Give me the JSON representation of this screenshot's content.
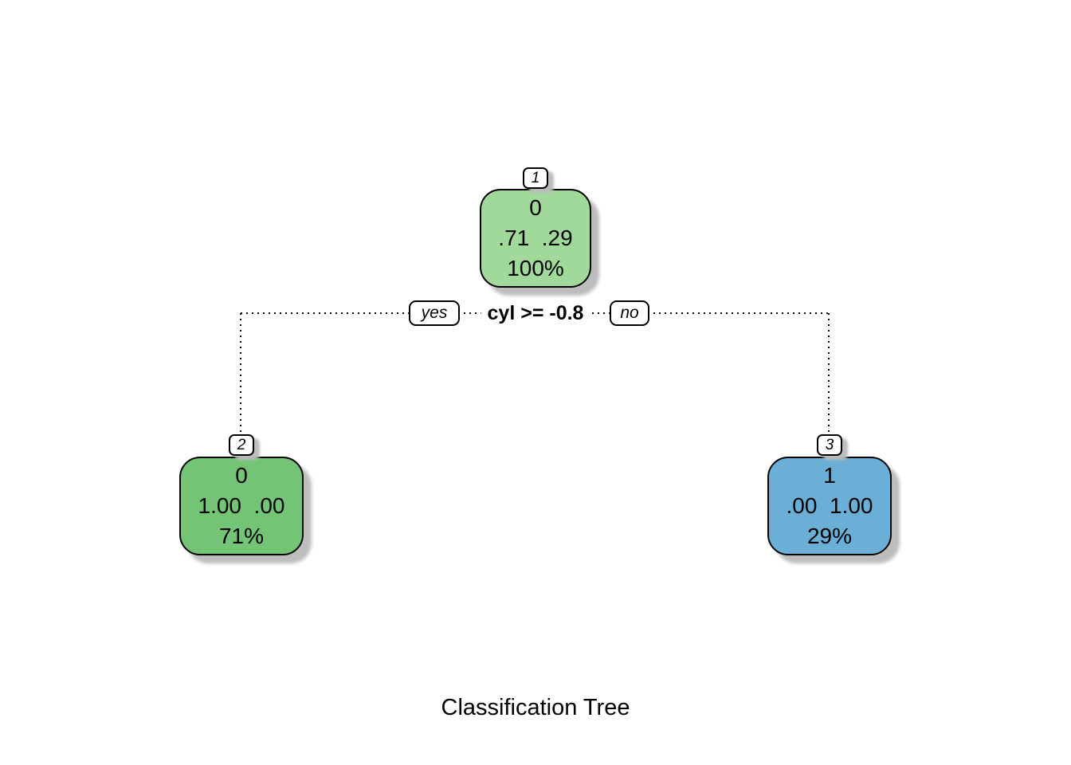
{
  "title": "Classification Tree",
  "split": {
    "condition": "cyl >= -0.8",
    "yes_label": "yes",
    "no_label": "no"
  },
  "nodes": {
    "root": {
      "id": "1",
      "predicted_class": "0",
      "probabilities": ".71  .29",
      "coverage": "100%",
      "fill_color": "#a1d99b"
    },
    "left": {
      "id": "2",
      "predicted_class": "0",
      "probabilities": "1.00  .00",
      "coverage": "71%",
      "fill_color": "#74c476"
    },
    "right": {
      "id": "3",
      "predicted_class": "1",
      "probabilities": ".00  1.00",
      "coverage": "29%",
      "fill_color": "#6baed6"
    }
  },
  "colors": {
    "background": "#ffffff",
    "border": "#000000",
    "shadow": "#bdbdbd"
  }
}
